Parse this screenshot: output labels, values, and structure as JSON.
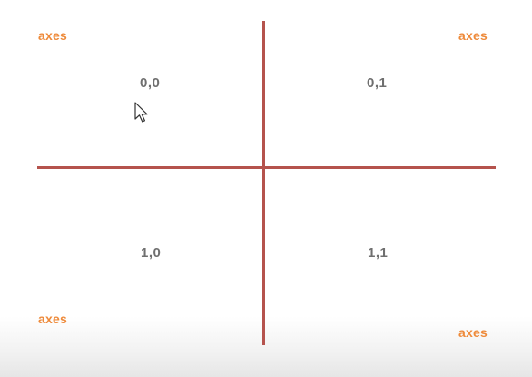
{
  "colors": {
    "axis_line": "#b5534d",
    "corner_label": "#ee8a3a",
    "cell_label": "#6f6f6f"
  },
  "corners": {
    "top_left": "axes",
    "top_right": "axes",
    "bottom_left": "axes",
    "bottom_right": "axes"
  },
  "cells": {
    "r0c0": "0,0",
    "r0c1": "0,1",
    "r1c0": "1,0",
    "r1c1": "1,1"
  },
  "cursor_icon": "mouse-pointer-icon"
}
